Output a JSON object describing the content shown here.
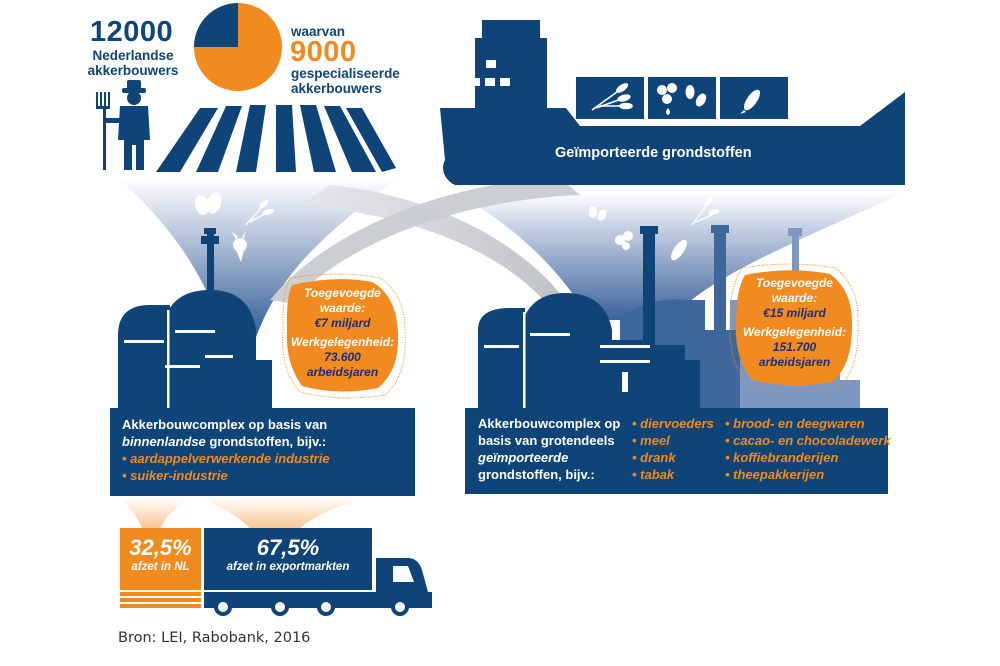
{
  "colors": {
    "navy": "#0f4478",
    "orange": "#f18a1f",
    "mid_blue": "#3f679c",
    "light_blue": "#7c97c2",
    "gray": "#c4c8cc",
    "bubble_text": "#1a2f7a"
  },
  "farmers": {
    "total_value": "12000",
    "total_label_line1": "Nederlandse",
    "total_label_line2": "akkerbouwers",
    "specialized_prefix": "waarvan",
    "specialized_value": "9000",
    "specialized_label_line1": "gespecialiseerde",
    "specialized_label_line2": "akkerbouwers",
    "pie_specialized_fraction": 0.75
  },
  "ship": {
    "label": "Geïmporteerde grondstoffen",
    "containers": [
      "wheat-icon",
      "soy-coffee-icon",
      "corn-icon"
    ]
  },
  "domestic": {
    "bubble": {
      "line1": "Toegevoegde",
      "line2": "waarde:",
      "value": "€7 miljard",
      "line4": "Werkgelegenheid:",
      "jobs": "73.600",
      "jobs_unit": "arbeidsjaren"
    },
    "box": {
      "line1": "Akkerbouwcomplex op basis van",
      "line2_italic": "binnenlandse",
      "line2_rest": " grondstoffen, bijv.:",
      "items": [
        "• aardappelverwerkende industrie",
        "• suiker-industrie"
      ]
    }
  },
  "imported": {
    "bubble": {
      "line1": "Toegevoegde",
      "line2": "waarde:",
      "value": "€15 miljard",
      "line4": "Werkgelegenheid:",
      "jobs": "151.700",
      "jobs_unit": "arbeidsjaren"
    },
    "box": {
      "line1": "Akkerbouwcomplex op",
      "line2": "basis van grotendeels",
      "line3_italic": "geïmporteerde",
      "line4": "grondstoffen, bijv.:",
      "items_col1": [
        "• diervoeders",
        "• meel",
        "• drank",
        "• tabak"
      ],
      "items_col2": [
        "• brood- en deegwaren",
        "• cacao- en chocoladewerk",
        "• koffiebranderijen",
        "• theepakkerijen"
      ]
    }
  },
  "sales": {
    "domestic": {
      "value": "32,5%",
      "label": "afzet in NL",
      "fraction": 0.325
    },
    "export": {
      "value": "67,5%",
      "label": "afzet in exportmarkten",
      "fraction": 0.675
    }
  },
  "source": "Bron: LEI, Rabobank, 2016"
}
